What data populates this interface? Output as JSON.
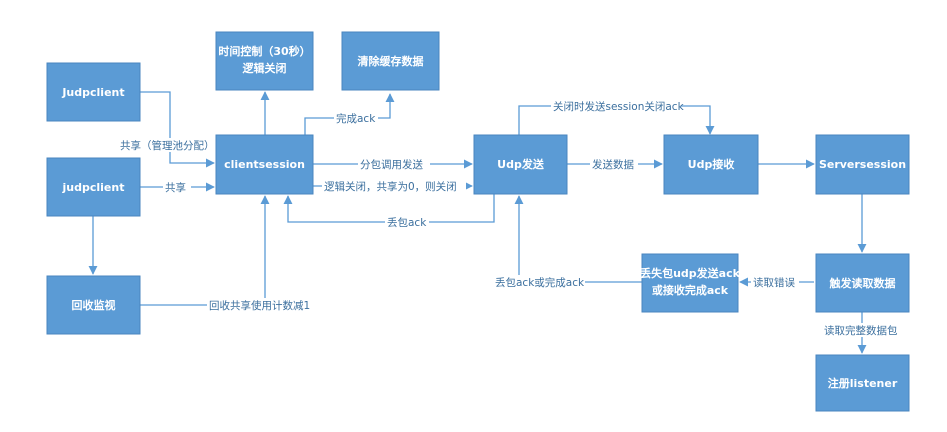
{
  "colors": {
    "node_fill": "#5b9bd5",
    "edge": "#5b9bd5",
    "label_text": "#3b6f9e"
  },
  "nodes": {
    "judpclient1": "Judpclient",
    "judpclient2": "judpclient",
    "recycle": "回收监视",
    "clientsession": "clientsession",
    "timeout_line1": "时间控制（30秒）",
    "timeout_line2": "逻辑关闭",
    "clear_cache": "清除缓存数据",
    "udp_send": "Udp发送",
    "udp_recv": "Udp接收",
    "serversession": "Serversession",
    "trigger_read": "触发读取数据",
    "lost_ack_line1": "丢失包udp发送ack",
    "lost_ack_line2": "或接收完成ack",
    "register": "注册listener"
  },
  "edges": {
    "share_pool": "共享（管理池分配）",
    "share": "共享",
    "recycle_count": "回收共享使用计数减1",
    "done_ack": "完成ack",
    "split_send": "分包调用发送",
    "logic_close": "逻辑关闭，共享为0，则关闭",
    "lost_ack": "丢包ack",
    "close_send": "关闭时发送session关闭ack",
    "send_data": "发送数据",
    "read_error": "读取错误",
    "lost_or_done": "丢包ack或完成ack",
    "read_full": "读取完整数据包"
  }
}
